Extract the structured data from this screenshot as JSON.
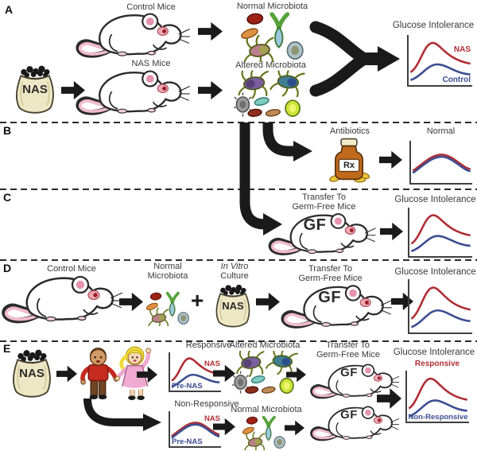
{
  "figure": {
    "colors": {
      "nas_red": "#b02e35",
      "control_blue": "#3c4e91",
      "arrow_black": "#1a1a1a"
    },
    "panel_a": {
      "letter": "A",
      "control_mice_label": "Control Mice",
      "nas_mice_label": "NAS Mice",
      "nas_jar_label": "NAS",
      "normal_microbiota_label": "Normal Microbiota",
      "altered_microbiota_label": "Altered Microbiota",
      "chart_title": "Glucose Intolerance",
      "nas_curve_label": "NAS",
      "control_curve_label": "Control"
    },
    "panel_b": {
      "letter": "B",
      "antibiotics_label": "Antibiotics",
      "rx_label": "Rx",
      "chart_title": "Normal"
    },
    "panel_c": {
      "letter": "C",
      "transfer_line1": "Transfer To",
      "transfer_line2": "Germ-Free Mice",
      "gf_label": "GF",
      "chart_title": "Glucose Intolerance"
    },
    "panel_d": {
      "letter": "D",
      "control_mice_label": "Control Mice",
      "normal_microbiota_line1": "Normal",
      "normal_microbiota_line2": "Microbiota",
      "in_vitro_line1": "In Vitro",
      "in_vitro_line2": "Culture",
      "plus_sign": "+",
      "nas_jar_label": "NAS",
      "transfer_line1": "Transfer To",
      "transfer_line2": "Germ-Free Mice",
      "gf_label": "GF",
      "chart_title": "Glucose Intolerance"
    },
    "panel_e": {
      "letter": "E",
      "nas_jar_label": "NAS",
      "responsive_title": "Responsive",
      "responsive_nas_label": "NAS",
      "responsive_prenas_label": "Pre-NAS",
      "nonresponsive_title": "Non-Responsive",
      "nonresponsive_nas_label": "NAS",
      "nonresponsive_prenas_label": "Pre-NAS",
      "altered_microbiota_label": "Altered Microbiota",
      "normal_microbiota_label": "Normal Microbiota",
      "transfer_line1": "Transfer To",
      "transfer_line2": "Germ-Free Mice",
      "gf_label_top": "GF",
      "gf_label_bottom": "GF",
      "chart_title": "Glucose Intolerance",
      "responsive_curve_label": "Responsive",
      "nonresponsive_curve_label": "Non-Responsive"
    }
  }
}
